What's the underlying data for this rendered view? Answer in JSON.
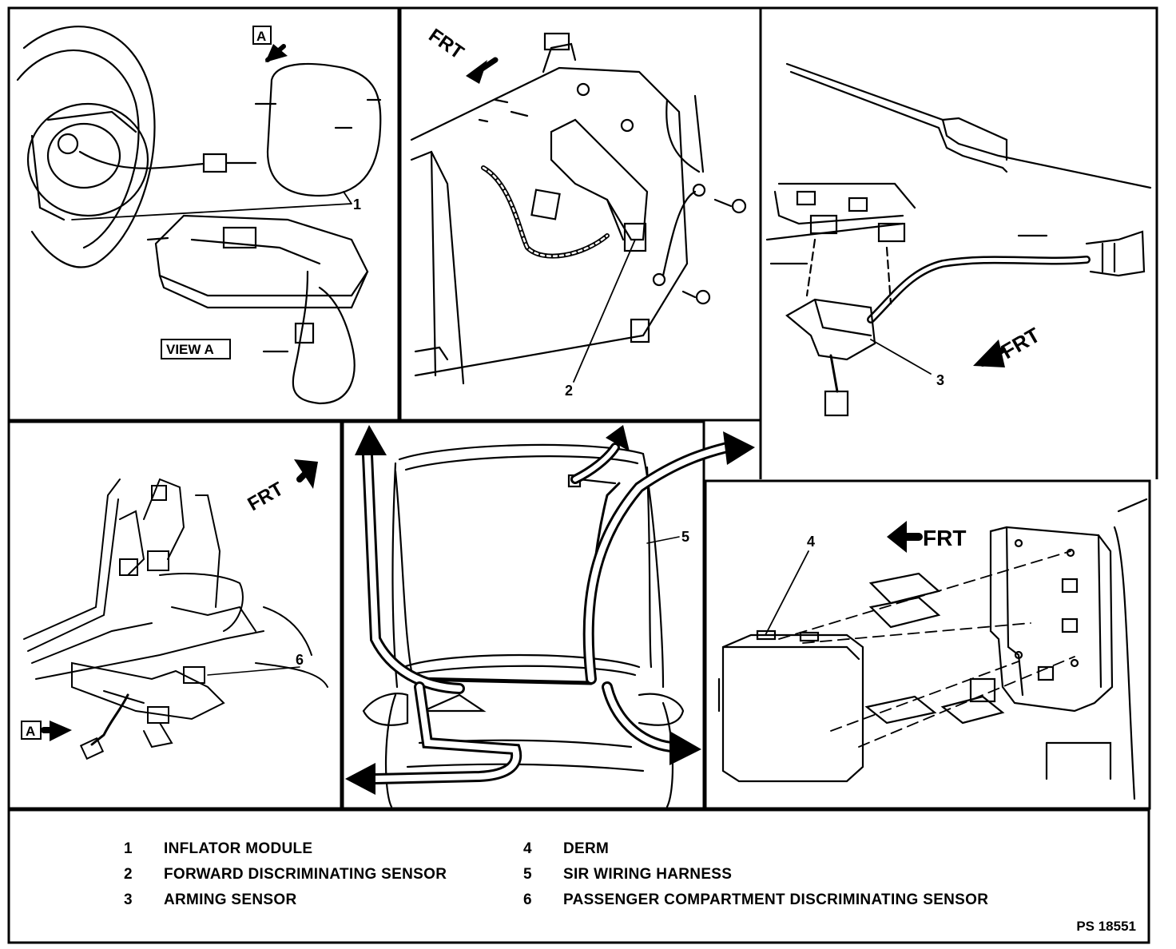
{
  "panels": {
    "p1": {
      "box_label": "A",
      "view_label": "VIEW A",
      "callout": "1"
    },
    "p2": {
      "frt": "FRT",
      "callout": "2"
    },
    "p3": {
      "frt": "FRT",
      "callout": "3"
    },
    "p4": {
      "frt": "FRT",
      "box_label": "A",
      "callout": "6"
    },
    "p5": {
      "callout": "5"
    },
    "p6": {
      "frt": "FRT",
      "callout": "4"
    }
  },
  "legend": {
    "left": [
      {
        "num": "1",
        "text": "INFLATOR MODULE"
      },
      {
        "num": "2",
        "text": "FORWARD DISCRIMINATING SENSOR"
      },
      {
        "num": "3",
        "text": "ARMING SENSOR"
      }
    ],
    "right": [
      {
        "num": "4",
        "text": "DERM"
      },
      {
        "num": "5",
        "text": "SIR WIRING HARNESS"
      },
      {
        "num": "6",
        "text": "PASSENGER COMPARTMENT DISCRIMINATING SENSOR"
      }
    ]
  },
  "reference": "PS 18551"
}
